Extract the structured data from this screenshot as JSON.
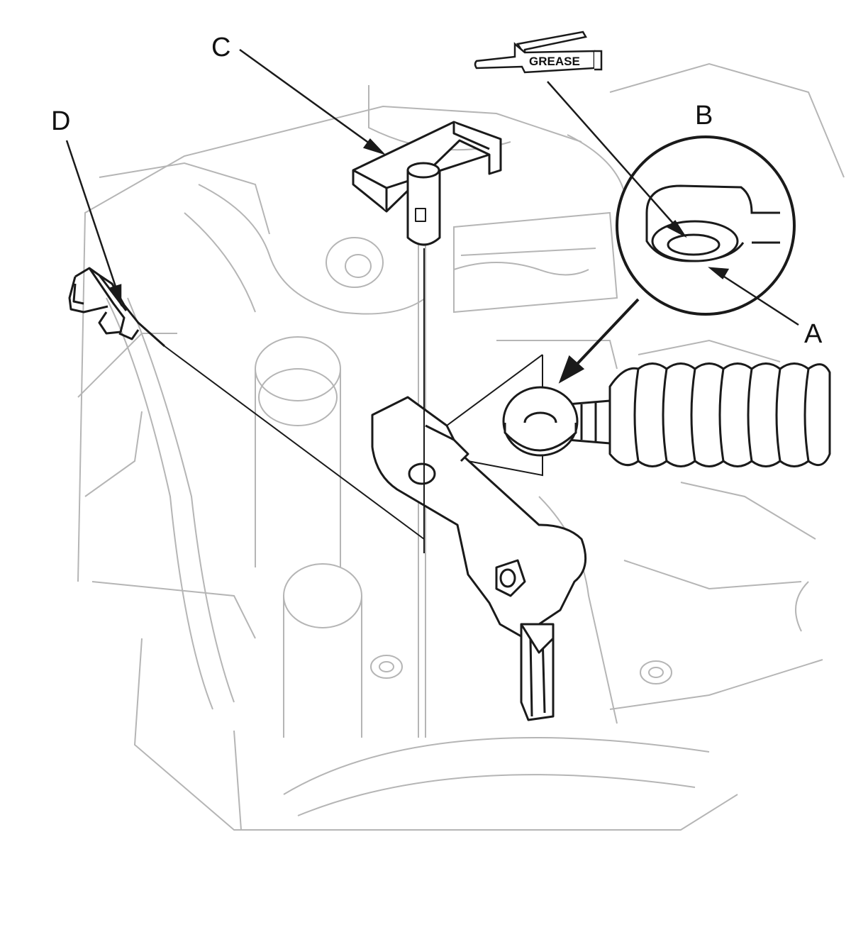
{
  "callouts": {
    "a": "A",
    "b": "B",
    "c": "C",
    "d": "D"
  },
  "grease_symbol": {
    "text": "GREASE",
    "icon": "grease-gun-icon"
  },
  "parts": [
    {
      "callout": "A",
      "icon": "cable-end-bushing"
    },
    {
      "callout": "B",
      "icon": "detail-magnifier-circle"
    },
    {
      "callout": "C",
      "icon": "lock-pin-tool"
    },
    {
      "callout": "D",
      "icon": "spring-clip"
    }
  ],
  "colors": {
    "line_art": "#1a1a1a",
    "background_lines": "#b5b5b5",
    "paper": "#ffffff"
  }
}
